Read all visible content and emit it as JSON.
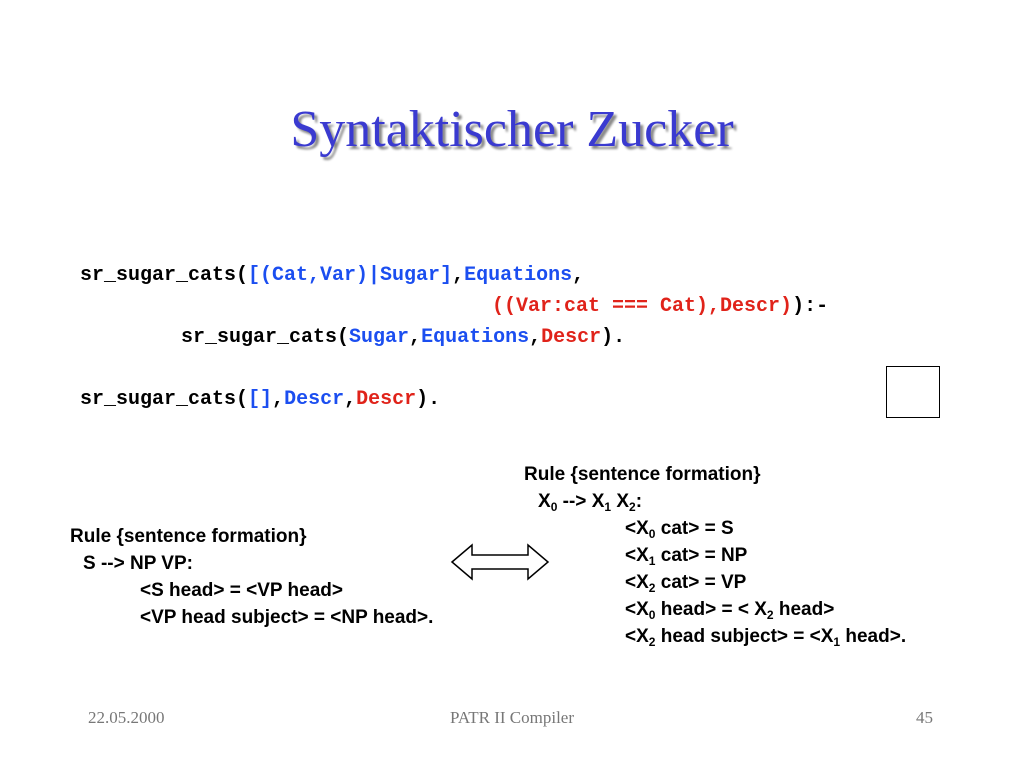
{
  "title": "Syntaktischer Zucker",
  "code": {
    "clause1": {
      "head": "sr_sugar_cats(",
      "arg1": "[(Cat,Var)|Sugar]",
      "sep1": ",",
      "arg2": "Equations",
      "sep2": ",",
      "arg3": "((Var:cat === Cat),Descr)",
      "neck": "):-",
      "body_head": "sr_sugar_cats(",
      "body_arg1": "Sugar",
      "body_sep1": ",",
      "body_arg2": "Equations",
      "body_sep2": ",",
      "body_arg3": "Descr",
      "body_end": ")."
    },
    "clause2": {
      "head": "sr_sugar_cats(",
      "arg1": "[]",
      "sep1": ",",
      "arg2": "Descr",
      "sep2": ",",
      "arg3": "Descr",
      "end": ")."
    }
  },
  "left_rule": {
    "header": "Rule {sentence formation}",
    "production": "S --> NP VP:",
    "equations": [
      "<S head> = <VP head>",
      "<VP head subject> = <NP head>."
    ]
  },
  "right_rule": {
    "header": "Rule {sentence formation}",
    "production": {
      "lhs": "X",
      "lhs_sub": "0",
      "arrow": " --> ",
      "r1": "X",
      "r1_sub": "1",
      "r2": " X",
      "r2_sub": "2",
      "end": ":"
    },
    "equations": [
      {
        "a": "<X",
        "a_sub": "0",
        "b": " cat> = S"
      },
      {
        "a": "<X",
        "a_sub": "1",
        "b": " cat> = NP"
      },
      {
        "a": "<X",
        "a_sub": "2",
        "b": " cat> = VP"
      },
      {
        "a": "<X",
        "a_sub": "0",
        "b": " head> = < X",
        "b_sub": "2",
        "c": " head>"
      },
      {
        "a": "<X",
        "a_sub": "2",
        "b": " head subject> = <X",
        "b_sub": "1",
        "c": " head>."
      }
    ]
  },
  "footer": {
    "date": "22.05.2000",
    "center": "PATR II Compiler",
    "page": "45"
  },
  "colors": {
    "title": "#3a3ad0",
    "code_blue": "#1b4ef0",
    "code_red": "#e0231a",
    "footer": "#777777"
  }
}
